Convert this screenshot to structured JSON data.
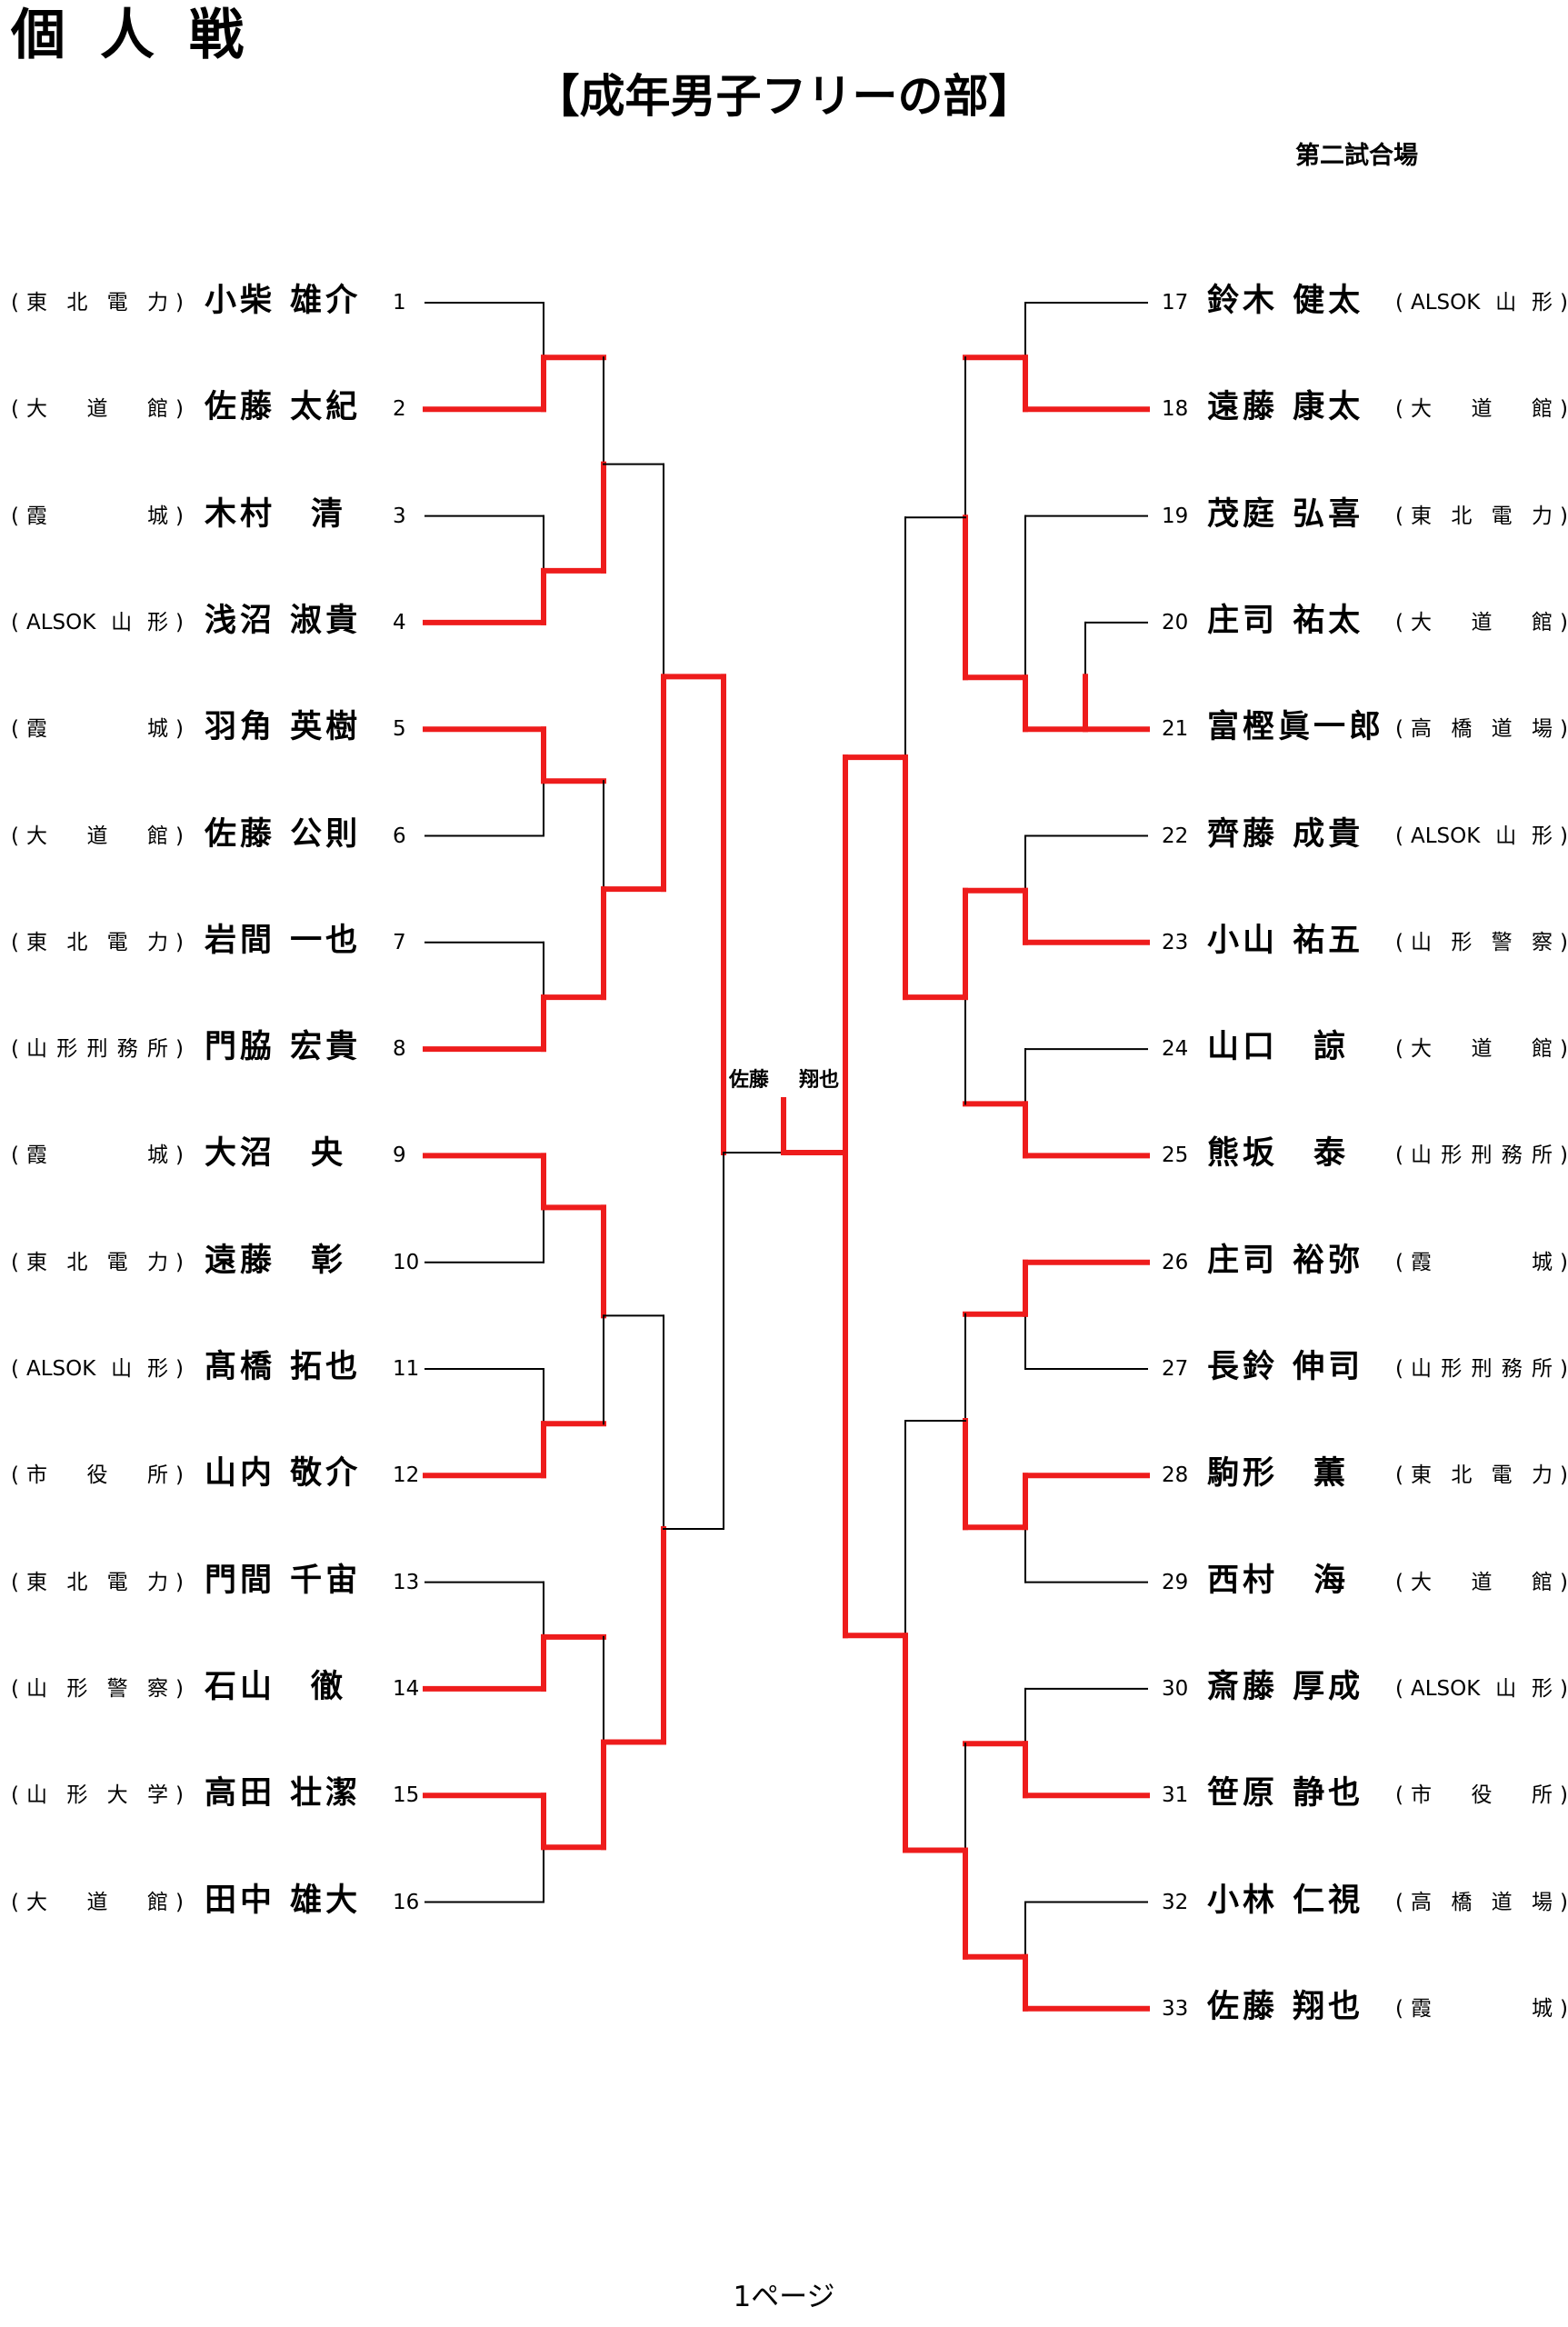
{
  "header": {
    "title": "個人戦",
    "subtitle": "【成年男子フリーの部】",
    "venue": "第二試合場"
  },
  "left_entries": [
    {
      "seed": "1",
      "name": "小柴 雄介",
      "affiliation": "東北電力"
    },
    {
      "seed": "2",
      "name": "佐藤 太紀",
      "affiliation": "大道館"
    },
    {
      "seed": "3",
      "name": "木村　清",
      "affiliation": "霞城"
    },
    {
      "seed": "4",
      "name": "浅沼 淑貴",
      "affiliation": "ALSOK山形"
    },
    {
      "seed": "5",
      "name": "羽角 英樹",
      "affiliation": "霞城"
    },
    {
      "seed": "6",
      "name": "佐藤 公則",
      "affiliation": "大道館"
    },
    {
      "seed": "7",
      "name": "岩間 一也",
      "affiliation": "東北電力"
    },
    {
      "seed": "8",
      "name": "門脇 宏貴",
      "affiliation": "山形刑務所"
    },
    {
      "seed": "9",
      "name": "大沼　央",
      "affiliation": "霞城"
    },
    {
      "seed": "10",
      "name": "遠藤　彰",
      "affiliation": "東北電力"
    },
    {
      "seed": "11",
      "name": "髙橋 拓也",
      "affiliation": "ALSOK山形"
    },
    {
      "seed": "12",
      "name": "山内 敬介",
      "affiliation": "市役所"
    },
    {
      "seed": "13",
      "name": "門間 千宙",
      "affiliation": "東北電力"
    },
    {
      "seed": "14",
      "name": "石山　徹",
      "affiliation": "山形警察"
    },
    {
      "seed": "15",
      "name": "高田 壮潔",
      "affiliation": "山形大学"
    },
    {
      "seed": "16",
      "name": "田中 雄大",
      "affiliation": "大道館"
    }
  ],
  "right_entries": [
    {
      "seed": "17",
      "name": "鈴木 健太",
      "affiliation": "ALSOK山形"
    },
    {
      "seed": "18",
      "name": "遠藤 康太",
      "affiliation": "大道館"
    },
    {
      "seed": "19",
      "name": "茂庭 弘喜",
      "affiliation": "東北電力"
    },
    {
      "seed": "20",
      "name": "庄司 祐太",
      "affiliation": "大道館"
    },
    {
      "seed": "21",
      "name": "富樫眞一郎",
      "affiliation": "高橋道場"
    },
    {
      "seed": "22",
      "name": "齊藤 成貴",
      "affiliation": "ALSOK山形"
    },
    {
      "seed": "23",
      "name": "小山 祐五",
      "affiliation": "山形警察"
    },
    {
      "seed": "24",
      "name": "山口　諒",
      "affiliation": "大道館"
    },
    {
      "seed": "25",
      "name": "熊坂　泰",
      "affiliation": "山形刑務所"
    },
    {
      "seed": "26",
      "name": "庄司 裕弥",
      "affiliation": "霞城"
    },
    {
      "seed": "27",
      "name": "長鈴 伸司",
      "affiliation": "山形刑務所"
    },
    {
      "seed": "28",
      "name": "駒形　薫",
      "affiliation": "東北電力"
    },
    {
      "seed": "29",
      "name": "西村　海",
      "affiliation": "大道館"
    },
    {
      "seed": "30",
      "name": "斎藤 厚成",
      "affiliation": "ALSOK山形"
    },
    {
      "seed": "31",
      "name": "笹原 静也",
      "affiliation": "市役所"
    },
    {
      "seed": "32",
      "name": "小林 仁視",
      "affiliation": "高橋道場"
    },
    {
      "seed": "33",
      "name": "佐藤 翔也",
      "affiliation": "霞城"
    }
  ],
  "winner": {
    "family": "佐藤",
    "given": "翔也"
  },
  "footer": {
    "page_label": "1ページ"
  },
  "colors": {
    "winner_line": "#ee1c1c",
    "normal_line": "#000000"
  }
}
